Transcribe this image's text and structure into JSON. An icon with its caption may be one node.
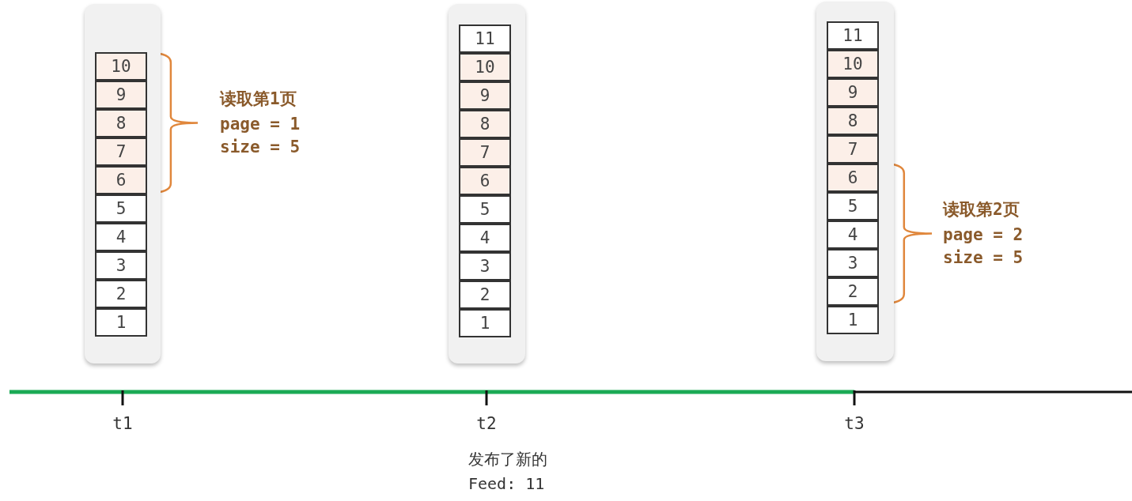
{
  "diagram": {
    "nodes": [
      {
        "text": [],
        "shape": "box"
      },
      {
        "text": [
          "10"
        ],
        "in": 0
      },
      {
        "text": [
          "9"
        ],
        "in": 0
      },
      {
        "text": [
          "8"
        ],
        "in": 0
      },
      {
        "text": [
          "7"
        ],
        "in": 0
      },
      {
        "text": [
          "6"
        ],
        "in": 0
      },
      {
        "text": [
          "5"
        ],
        "in": 0
      },
      {
        "text": [
          "4"
        ],
        "in": 0
      },
      {
        "text": [
          "3"
        ],
        "in": 0
      },
      {
        "text": [
          "2"
        ],
        "in": 0
      },
      {
        "text": [
          "1"
        ],
        "in": 0
      },
      {
        "text": [],
        "shape": "box"
      },
      {
        "text": [
          "11"
        ],
        "in": 11
      },
      {
        "text": [
          "10"
        ],
        "in": 11
      },
      {
        "text": [
          "9"
        ],
        "in": 11
      },
      {
        "text": [
          "8"
        ],
        "in": 11
      },
      {
        "text": [
          "7"
        ],
        "in": 11
      },
      {
        "text": [
          "6"
        ],
        "in": 11
      },
      {
        "text": [
          "5"
        ],
        "in": 11
      },
      {
        "text": [
          "4"
        ],
        "in": 11
      },
      {
        "text": [
          "3"
        ],
        "in": 11
      },
      {
        "text": [
          "2"
        ],
        "in": 11
      },
      {
        "text": [
          "1"
        ],
        "in": 11
      },
      {
        "text": [],
        "shape": "box"
      },
      {
        "text": [
          "11"
        ],
        "in": 23
      },
      {
        "text": [
          "10"
        ],
        "in": 23
      },
      {
        "text": [
          "9"
        ],
        "in": 23
      },
      {
        "text": [
          "8"
        ],
        "in": 23
      },
      {
        "text": [
          "7"
        ],
        "in": 23
      },
      {
        "text": [
          "6"
        ],
        "in": 23
      },
      {
        "text": [
          "5"
        ],
        "in": 23
      },
      {
        "text": [
          "4"
        ],
        "in": 23
      },
      {
        "text": [
          "3"
        ],
        "in": 23
      },
      {
        "text": [
          "2"
        ],
        "in": 23
      },
      {
        "text": [
          "1"
        ],
        "in": 23
      }
    ],
    "labels": [
      "读取第1页",
      "page = 1",
      "size = 5",
      "读取第2页",
      "page = 2",
      "size = 5",
      "t1",
      "t2",
      "t3",
      "发布了新的",
      "Feed: 11"
    ]
  }
}
